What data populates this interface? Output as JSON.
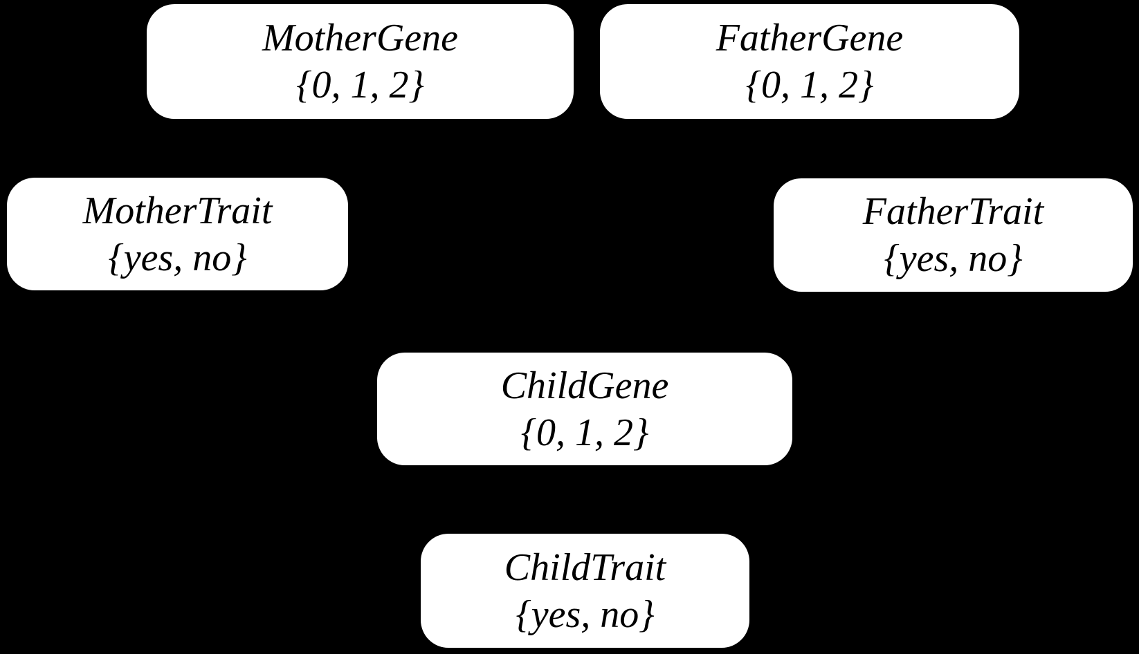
{
  "diagram": {
    "type": "bayesian-network",
    "background_color": "#000000",
    "node_style": {
      "fill_color": "#ffffff",
      "text_color": "#000000"
    },
    "nodes": [
      {
        "id": "mother-gene",
        "label": "MotherGene",
        "domain": "{0, 1, 2}"
      },
      {
        "id": "father-gene",
        "label": "FatherGene",
        "domain": "{0, 1, 2}"
      },
      {
        "id": "mother-trait",
        "label": "MotherTrait",
        "domain": "{yes, no}"
      },
      {
        "id": "father-trait",
        "label": "FatherTrait",
        "domain": "{yes, no}"
      },
      {
        "id": "child-gene",
        "label": "ChildGene",
        "domain": "{0, 1, 2}"
      },
      {
        "id": "child-trait",
        "label": "ChildTrait",
        "domain": "{yes, no}"
      }
    ],
    "edges_visible": false
  }
}
